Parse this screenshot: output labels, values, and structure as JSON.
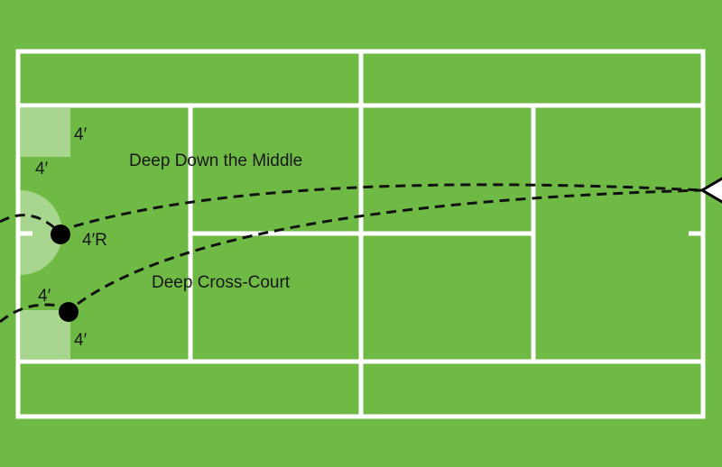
{
  "colors": {
    "court": "#6fba45",
    "lines": "#ffffff",
    "target_zone": "#a8d68f",
    "marks": "#111111"
  },
  "labels": {
    "shot_middle": "Deep Down the Middle",
    "shot_cross": "Deep Cross-Court",
    "top_square_width": "4′",
    "top_square_height": "4′",
    "center_radius": "4′R",
    "bottom_square_height": "4′",
    "bottom_square_width": "4′"
  }
}
